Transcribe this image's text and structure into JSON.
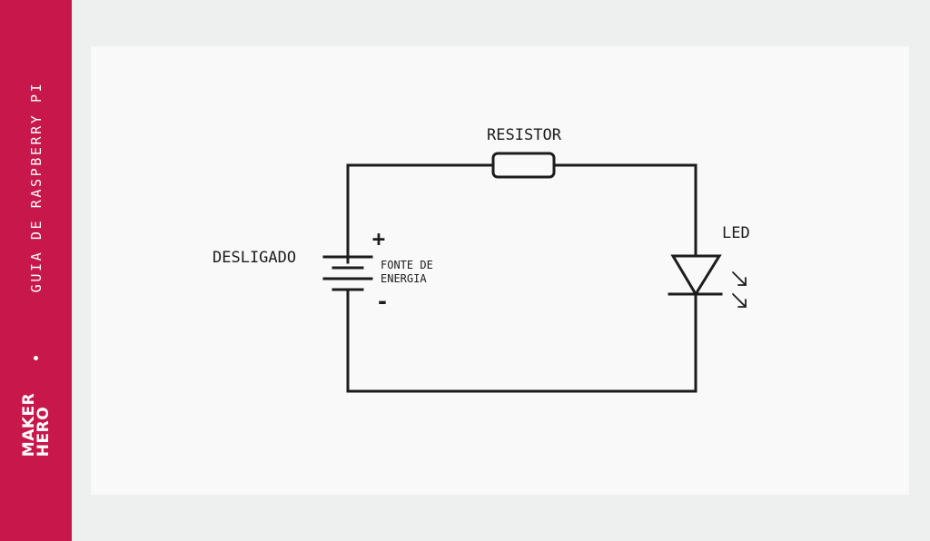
{
  "sidebar": {
    "title": "GUIA DE RASPBERRY PI",
    "logo_line1": "MAKER",
    "logo_line2": "HERO",
    "color": "#c8174a"
  },
  "diagram": {
    "resistor_label": "RESISTOR",
    "led_label": "LED",
    "switch_state": "DESLIGADO",
    "plus": "+",
    "minus": "-",
    "source_line1": "FONTE DE",
    "source_line2": "ENERGIA",
    "wire_color": "#1c1c1c"
  }
}
